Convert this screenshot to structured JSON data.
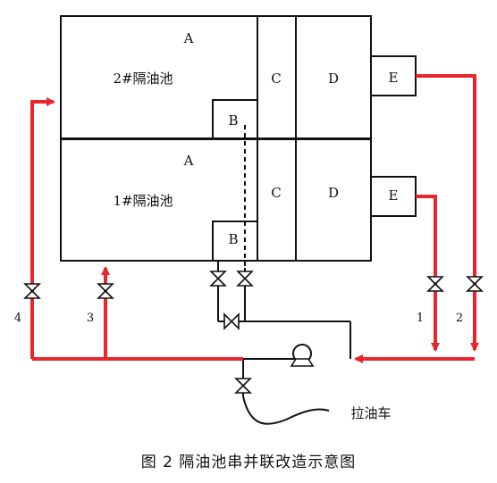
{
  "tank2": {
    "name": "2#隔油池",
    "sec_a": "A",
    "sec_b": "B",
    "sec_c": "C",
    "sec_d": "D",
    "sec_e": "E"
  },
  "tank1": {
    "name": "1#隔油池",
    "sec_a": "A",
    "sec_b": "B",
    "sec_c": "C",
    "sec_d": "D",
    "sec_e": "E"
  },
  "valves": {
    "v1": "1",
    "v2": "2",
    "v3": "3",
    "v4": "4"
  },
  "truck_label": "拉油车",
  "caption": "图 2   隔油池串并联改造示意图",
  "colors": {
    "red_pipe": "#e8262b",
    "black_line": "#111111"
  }
}
